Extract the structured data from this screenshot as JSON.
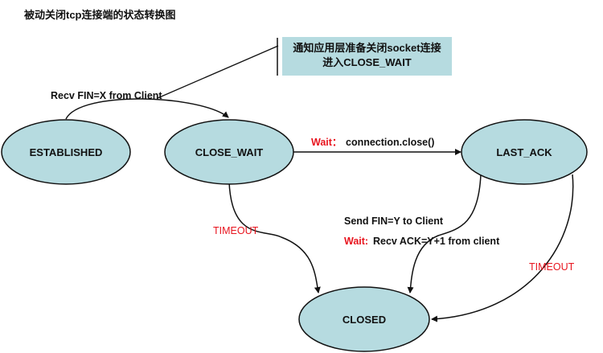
{
  "title": "被动关闭tcp连接端的状态转换图",
  "note": {
    "line1": "通知应用层准备关闭socket连接",
    "line2": "进入CLOSE_WAIT"
  },
  "states": {
    "established": "ESTABLISHED",
    "close_wait": "CLOSE_WAIT",
    "last_ack": "LAST_ACK",
    "closed": "CLOSED"
  },
  "transitions": {
    "recv_fin": "Recv FIN=X from Client",
    "wait_prefix_1": "Wait：",
    "connection_close": "connection.close()",
    "timeout_1": "TIMEOUT",
    "send_fin": "Send FIN=Y to Client",
    "wait_prefix_2": "Wait:",
    "recv_ack": "Recv ACK=Y+1 from client",
    "timeout_2": "TIMEOUT"
  },
  "colors": {
    "state_fill": "#b6dbe0",
    "accent_red": "#e8141e",
    "stroke": "#111111"
  }
}
